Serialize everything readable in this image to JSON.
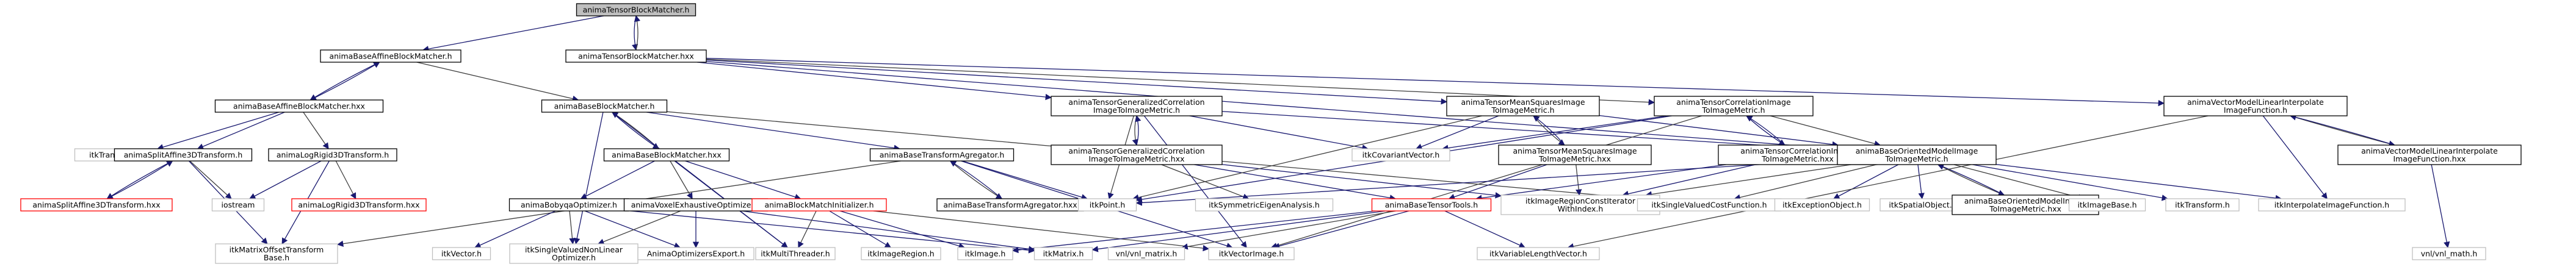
{
  "colors": {
    "root_fill": "#bfbfbf",
    "node_fill": "#ffffff",
    "node_border": "#000000",
    "external_border": "#bfbfbf",
    "incomplete_border": "#ff0000",
    "edge_color": "#191970",
    "edge_color_secondary": "#404040",
    "text_color": "#000000"
  },
  "nodes": [
    {
      "id": "n0",
      "lines": [
        "animaTensorBlockMatcher.h"
      ],
      "kind": "root"
    },
    {
      "id": "n1",
      "lines": [
        "animaBaseAffineBlockMatcher.h"
      ],
      "kind": "internal"
    },
    {
      "id": "n2",
      "lines": [
        "animaTensorBlockMatcher.hxx"
      ],
      "kind": "internal"
    },
    {
      "id": "n3",
      "lines": [
        "animaBaseAffineBlockMatcher.hxx"
      ],
      "kind": "internal"
    },
    {
      "id": "n4",
      "lines": [
        "animaBaseBlockMatcher.h"
      ],
      "kind": "internal"
    },
    {
      "id": "n5",
      "lines": [
        "animaTensorGeneralizedCorrelation",
        "ImageToImageMetric.h"
      ],
      "kind": "internal"
    },
    {
      "id": "n6",
      "lines": [
        "animaTensorMeanSquaresImage",
        "ToImageMetric.h"
      ],
      "kind": "internal"
    },
    {
      "id": "n7",
      "lines": [
        "animaTensorCorrelationImage",
        "ToImageMetric.h"
      ],
      "kind": "internal"
    },
    {
      "id": "n8",
      "lines": [
        "animaVectorModelLinearInterpolate",
        "ImageFunction.h"
      ],
      "kind": "internal"
    },
    {
      "id": "n9",
      "lines": [
        "itkTranslationTransform.h"
      ],
      "kind": "external"
    },
    {
      "id": "n10",
      "lines": [
        "animaSplitAffine3DTransform.h"
      ],
      "kind": "internal"
    },
    {
      "id": "n11",
      "lines": [
        "animaLogRigid3DTransform.h"
      ],
      "kind": "internal"
    },
    {
      "id": "n12",
      "lines": [
        "animaBaseBlockMatcher.hxx"
      ],
      "kind": "internal"
    },
    {
      "id": "n13",
      "lines": [
        "animaBaseTransformAgregator.h"
      ],
      "kind": "internal"
    },
    {
      "id": "n14",
      "lines": [
        "animaTensorGeneralizedCorrelation",
        "ImageToImageMetric.hxx"
      ],
      "kind": "internal"
    },
    {
      "id": "n15",
      "lines": [
        "itkCovariantVector.h"
      ],
      "kind": "external"
    },
    {
      "id": "n16",
      "lines": [
        "animaTensorMeanSquaresImage",
        "ToImageMetric.hxx"
      ],
      "kind": "internal"
    },
    {
      "id": "n17",
      "lines": [
        "animaTensorCorrelationImage",
        "ToImageMetric.hxx"
      ],
      "kind": "internal"
    },
    {
      "id": "n18",
      "lines": [
        "animaBaseOrientedModelImage",
        "ToImageMetric.h"
      ],
      "kind": "internal"
    },
    {
      "id": "n19",
      "lines": [
        "animaVectorModelLinearInterpolate",
        "ImageFunction.hxx"
      ],
      "kind": "internal"
    },
    {
      "id": "n20",
      "lines": [
        "animaSplitAffine3DTransform.hxx"
      ],
      "kind": "incomplete"
    },
    {
      "id": "n21",
      "lines": [
        "iostream"
      ],
      "kind": "external"
    },
    {
      "id": "n22",
      "lines": [
        "animaLogRigid3DTransform.hxx"
      ],
      "kind": "incomplete"
    },
    {
      "id": "n23",
      "lines": [
        "animaBobyqaOptimizer.h"
      ],
      "kind": "internal"
    },
    {
      "id": "n24",
      "lines": [
        "animaVoxelExhaustiveOptimizer.h"
      ],
      "kind": "internal"
    },
    {
      "id": "n25",
      "lines": [
        "animaBlockMatchInitializer.h"
      ],
      "kind": "incomplete"
    },
    {
      "id": "n26",
      "lines": [
        "animaBaseTransformAgregator.hxx"
      ],
      "kind": "internal"
    },
    {
      "id": "n27",
      "lines": [
        "itkPoint.h"
      ],
      "kind": "external"
    },
    {
      "id": "n28",
      "lines": [
        "itkSymmetricEigenAnalysis.h"
      ],
      "kind": "external"
    },
    {
      "id": "n29",
      "lines": [
        "animaBaseTensorTools.h"
      ],
      "kind": "incomplete"
    },
    {
      "id": "n30",
      "lines": [
        "itkImageRegionConstIterator",
        "WithIndex.h"
      ],
      "kind": "external"
    },
    {
      "id": "n31",
      "lines": [
        "itkSingleValuedCostFunction.h"
      ],
      "kind": "external"
    },
    {
      "id": "n32",
      "lines": [
        "itkExceptionObject.h"
      ],
      "kind": "external"
    },
    {
      "id": "n33",
      "lines": [
        "itkSpatialObject.h"
      ],
      "kind": "external"
    },
    {
      "id": "n34",
      "lines": [
        "animaBaseOrientedModelImage",
        "ToImageMetric.hxx"
      ],
      "kind": "internal"
    },
    {
      "id": "n35",
      "lines": [
        "itkImageBase.h"
      ],
      "kind": "external"
    },
    {
      "id": "n36",
      "lines": [
        "itkTransform.h"
      ],
      "kind": "external"
    },
    {
      "id": "n37",
      "lines": [
        "itkInterpolateImageFunction.h"
      ],
      "kind": "external"
    },
    {
      "id": "n38",
      "lines": [
        "itkMatrixOffsetTransform",
        "Base.h"
      ],
      "kind": "external"
    },
    {
      "id": "n39",
      "lines": [
        "itkVector.h"
      ],
      "kind": "external"
    },
    {
      "id": "n40",
      "lines": [
        "itkSingleValuedNonLinear",
        "Optimizer.h"
      ],
      "kind": "external"
    },
    {
      "id": "n41",
      "lines": [
        "AnimaOptimizersExport.h"
      ],
      "kind": "external"
    },
    {
      "id": "n42",
      "lines": [
        "itkMultiThreader.h"
      ],
      "kind": "external"
    },
    {
      "id": "n43",
      "lines": [
        "itkImageRegion.h"
      ],
      "kind": "external"
    },
    {
      "id": "n44",
      "lines": [
        "itkImage.h"
      ],
      "kind": "external"
    },
    {
      "id": "n45",
      "lines": [
        "itkMatrix.h"
      ],
      "kind": "external"
    },
    {
      "id": "n46",
      "lines": [
        "vnl/vnl_matrix.h"
      ],
      "kind": "external"
    },
    {
      "id": "n47",
      "lines": [
        "itkVectorImage.h"
      ],
      "kind": "external"
    },
    {
      "id": "n48",
      "lines": [
        "itkVariableLengthVector.h"
      ],
      "kind": "external"
    },
    {
      "id": "n49",
      "lines": [
        "vnl/vnl_math.h"
      ],
      "kind": "external"
    }
  ],
  "edges": [
    [
      "n0",
      "n1"
    ],
    [
      "n0",
      "n2"
    ],
    [
      "n2",
      "n0"
    ],
    [
      "n1",
      "n3"
    ],
    [
      "n3",
      "n1"
    ],
    [
      "n1",
      "n4"
    ],
    [
      "n3",
      "n9"
    ],
    [
      "n3",
      "n10"
    ],
    [
      "n3",
      "n11"
    ],
    [
      "n10",
      "n20"
    ],
    [
      "n20",
      "n10"
    ],
    [
      "n10",
      "n21"
    ],
    [
      "n10",
      "n38"
    ],
    [
      "n11",
      "n21"
    ],
    [
      "n11",
      "n22"
    ],
    [
      "n11",
      "n38"
    ],
    [
      "n4",
      "n12"
    ],
    [
      "n12",
      "n4"
    ],
    [
      "n4",
      "n13"
    ],
    [
      "n4",
      "n40"
    ],
    [
      "n4",
      "n31"
    ],
    [
      "n4",
      "n42"
    ],
    [
      "n12",
      "n23"
    ],
    [
      "n12",
      "n24"
    ],
    [
      "n12",
      "n25"
    ],
    [
      "n12",
      "n42"
    ],
    [
      "n13",
      "n26"
    ],
    [
      "n26",
      "n13"
    ],
    [
      "n13",
      "n27"
    ],
    [
      "n13",
      "n38"
    ],
    [
      "n13",
      "n47"
    ],
    [
      "n23",
      "n39"
    ],
    [
      "n23",
      "n40"
    ],
    [
      "n23",
      "n41"
    ],
    [
      "n23",
      "n45"
    ],
    [
      "n24",
      "n40"
    ],
    [
      "n24",
      "n41"
    ],
    [
      "n24",
      "n45"
    ],
    [
      "n25",
      "n42"
    ],
    [
      "n25",
      "n43"
    ],
    [
      "n25",
      "n44"
    ],
    [
      "n25",
      "n47"
    ],
    [
      "n2",
      "n5"
    ],
    [
      "n2",
      "n6"
    ],
    [
      "n2",
      "n7"
    ],
    [
      "n2",
      "n8"
    ],
    [
      "n2",
      "n18"
    ],
    [
      "n5",
      "n14"
    ],
    [
      "n14",
      "n5"
    ],
    [
      "n5",
      "n15"
    ],
    [
      "n5",
      "n27"
    ],
    [
      "n5",
      "n18"
    ],
    [
      "n5",
      "n47"
    ],
    [
      "n14",
      "n28"
    ],
    [
      "n14",
      "n29"
    ],
    [
      "n14",
      "n30"
    ],
    [
      "n6",
      "n16"
    ],
    [
      "n16",
      "n6"
    ],
    [
      "n6",
      "n18"
    ],
    [
      "n6",
      "n27"
    ],
    [
      "n6",
      "n15"
    ],
    [
      "n16",
      "n29"
    ],
    [
      "n16",
      "n30"
    ],
    [
      "n7",
      "n17"
    ],
    [
      "n17",
      "n7"
    ],
    [
      "n7",
      "n18"
    ],
    [
      "n7",
      "n15"
    ],
    [
      "n7",
      "n27"
    ],
    [
      "n7",
      "n47"
    ],
    [
      "n17",
      "n29"
    ],
    [
      "n17",
      "n30"
    ],
    [
      "n18",
      "n34"
    ],
    [
      "n34",
      "n18"
    ],
    [
      "n18",
      "n27"
    ],
    [
      "n18",
      "n31"
    ],
    [
      "n18",
      "n32"
    ],
    [
      "n18",
      "n33"
    ],
    [
      "n18",
      "n35"
    ],
    [
      "n18",
      "n36"
    ],
    [
      "n18",
      "n37"
    ],
    [
      "n18",
      "n30"
    ],
    [
      "n29",
      "n44"
    ],
    [
      "n29",
      "n45"
    ],
    [
      "n29",
      "n46"
    ],
    [
      "n29",
      "n47"
    ],
    [
      "n29",
      "n48"
    ],
    [
      "n8",
      "n19"
    ],
    [
      "n19",
      "n8"
    ],
    [
      "n8",
      "n37"
    ],
    [
      "n8",
      "n48"
    ],
    [
      "n19",
      "n49"
    ]
  ]
}
